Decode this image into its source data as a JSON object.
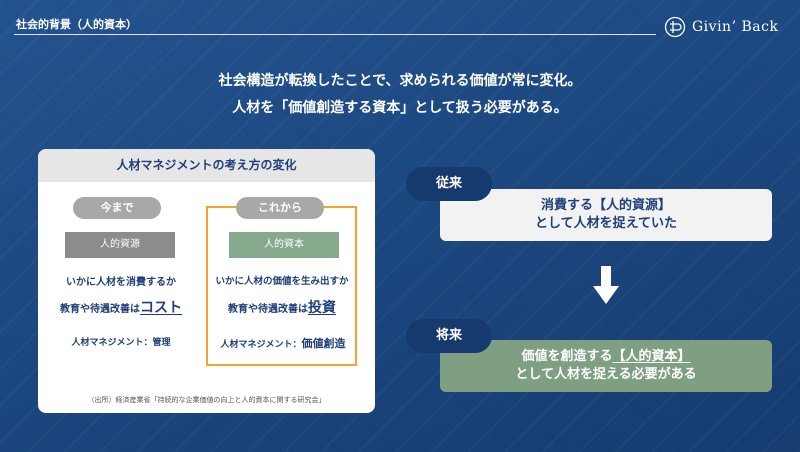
{
  "header": {
    "title": "社会的背景（人的資本）"
  },
  "logo": {
    "text": "Givin’ Back",
    "icon": "gb-logo-mark"
  },
  "headline": {
    "line1": "社会構造が転換したことで、求められる価値が常に変化。",
    "line2": "人材を「価値創造する資本」として扱う必要がある。"
  },
  "card": {
    "title": "人材マネジメントの考え方の変化",
    "before": {
      "pill": "今まで",
      "tag": "人的資源",
      "line1": "いかに人材を消費するか",
      "line2_prefix": "教育や待遇改善は",
      "line2_emph": "コスト",
      "line3_prefix": "人材マネジメント：",
      "line3_value": "管理"
    },
    "after": {
      "pill": "これから",
      "tag": "人的資本",
      "line1": "いかに人材の価値を生み出すか",
      "line2_prefix": "教育や待遇改善は",
      "line2_emph": "投資",
      "line3_prefix": "人材マネジメント：",
      "line3_value": "価値創造"
    },
    "source": "（出所）経済産業省「持続的な企業価値の向上と人的資本に関する研究会」"
  },
  "past": {
    "label": "従来",
    "line1": "消費する【人的資源】",
    "line2": "として人材を捉えていた"
  },
  "future": {
    "label": "将来",
    "line1_prefix": "価値を創造する",
    "line1_emph": "【人的資本】",
    "line2": "として人材を捉える必要がある"
  },
  "colors": {
    "background": "#1d4a86",
    "navy": "#1e3f79",
    "accent_orange": "#f5a32c",
    "green": "#7f9f83"
  }
}
